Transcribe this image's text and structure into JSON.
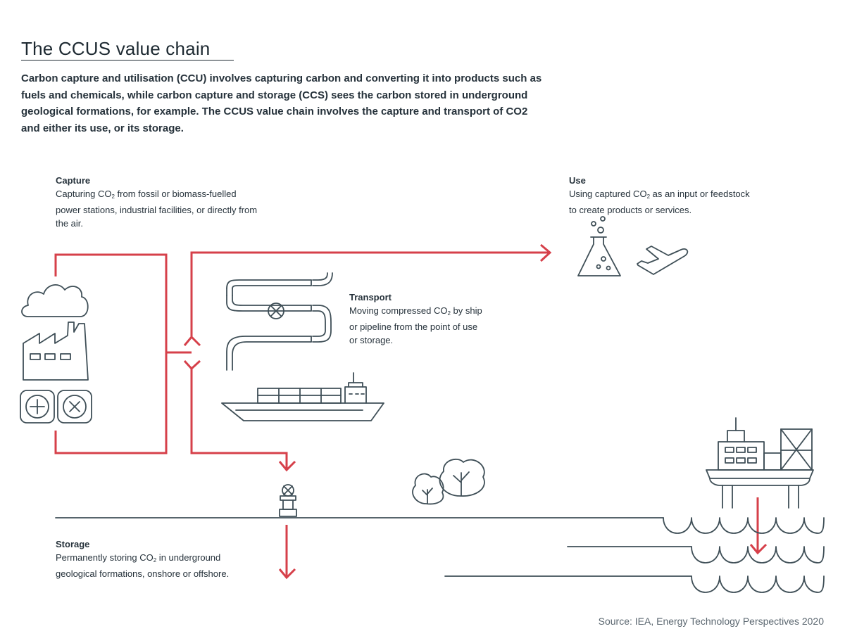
{
  "title": "The CCUS value chain",
  "intro": "Carbon capture and utilisation (CCU) involves capturing carbon and converting it into products such as fuels and chemicals, while carbon capture and storage (CCS) sees the carbon stored in underground geological formations, for example. The CCUS value chain involves the capture and transport of CO2 and either its use, or its storage.",
  "capture": {
    "heading": "Capture",
    "pre": "Capturing CO",
    "sub": "2",
    "post": " from fossil or biomass-fuelled power stations, industrial facilities, or directly from the air."
  },
  "use": {
    "heading": "Use",
    "pre": "Using captured CO",
    "sub": "2",
    "post": " as an input or feedstock to create products or services."
  },
  "transport": {
    "heading": "Transport",
    "pre": "Moving compressed CO",
    "sub": "2",
    "post": " by ship or pipeline from the point of use or storage."
  },
  "storage": {
    "heading": "Storage",
    "pre": "Permanently storing CO",
    "sub": "2",
    "post": " in underground geological formations, onshore or offshore."
  },
  "source": "Source: IEA, Energy Technology Perspectives 2020",
  "colors": {
    "flow_red": "#d6404a",
    "line_slate": "#3f4f57",
    "text_dark": "#1f2a33"
  },
  "icons": [
    "cloud-icon",
    "factory-icon",
    "fan-icon",
    "pipeline-icon",
    "valve-icon",
    "ship-icon",
    "flask-icon",
    "airplane-icon",
    "wellhead-icon",
    "tree-icon",
    "offshore-platform-icon",
    "wave-icon"
  ]
}
